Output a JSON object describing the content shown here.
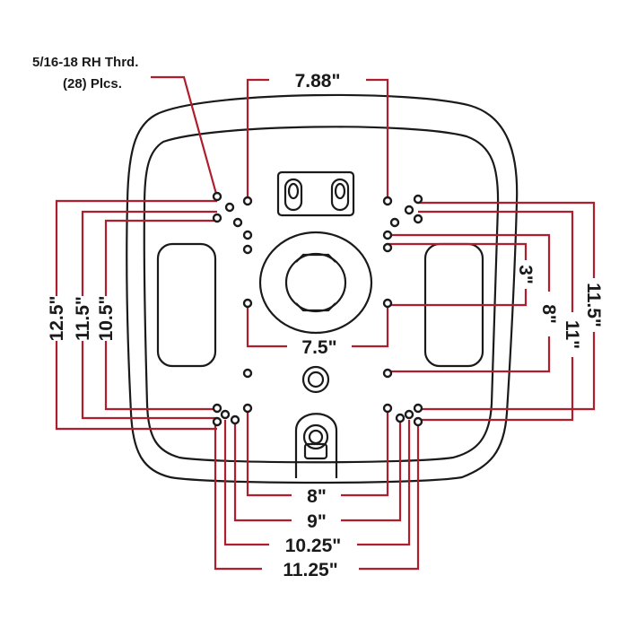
{
  "note": {
    "line1": "5/16-18 RH Thrd.",
    "line2": "(28) Plcs."
  },
  "dimensions": {
    "top_width": "7.88\"",
    "inner_width": "7.5\"",
    "bottom_8": "8\"",
    "bottom_9": "9\"",
    "bottom_10_25": "10.25\"",
    "bottom_11_25": "11.25\"",
    "left_12_5": "12.5\"",
    "left_11_5": "11.5\"",
    "left_10_5": "10.5\"",
    "right_3": "3\"",
    "right_8": "8\"",
    "right_11": "11\"",
    "right_11_5": "11.5\""
  },
  "colors": {
    "dimension_lines": "#b01e2d",
    "outline": "#1a1a1a"
  }
}
